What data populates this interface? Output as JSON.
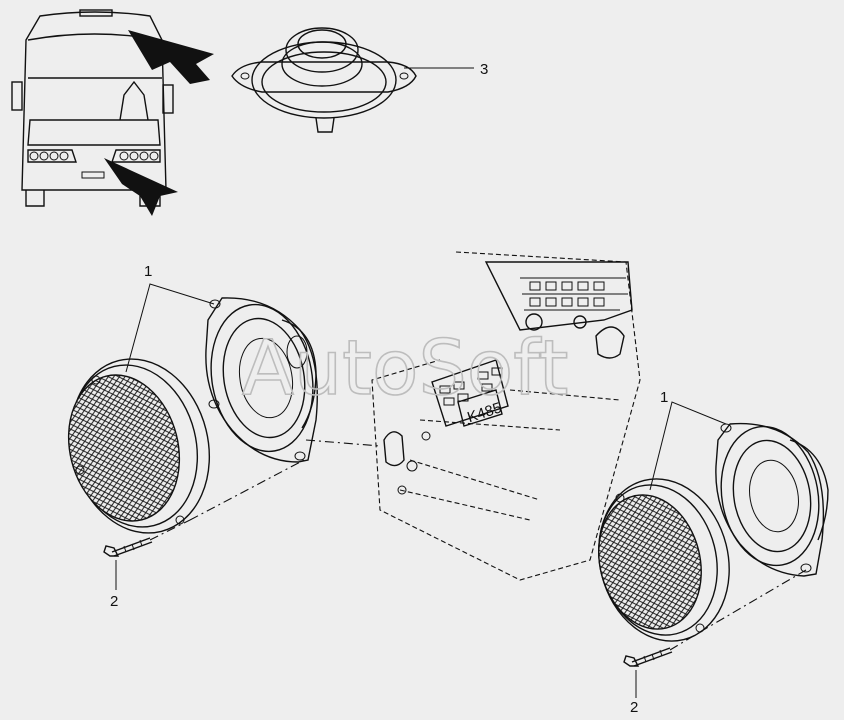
{
  "watermark": "AutoSoft",
  "callouts": {
    "speaker_grille": "1",
    "screw": "2",
    "tweeter": "3"
  },
  "radio_marking": "K485"
}
